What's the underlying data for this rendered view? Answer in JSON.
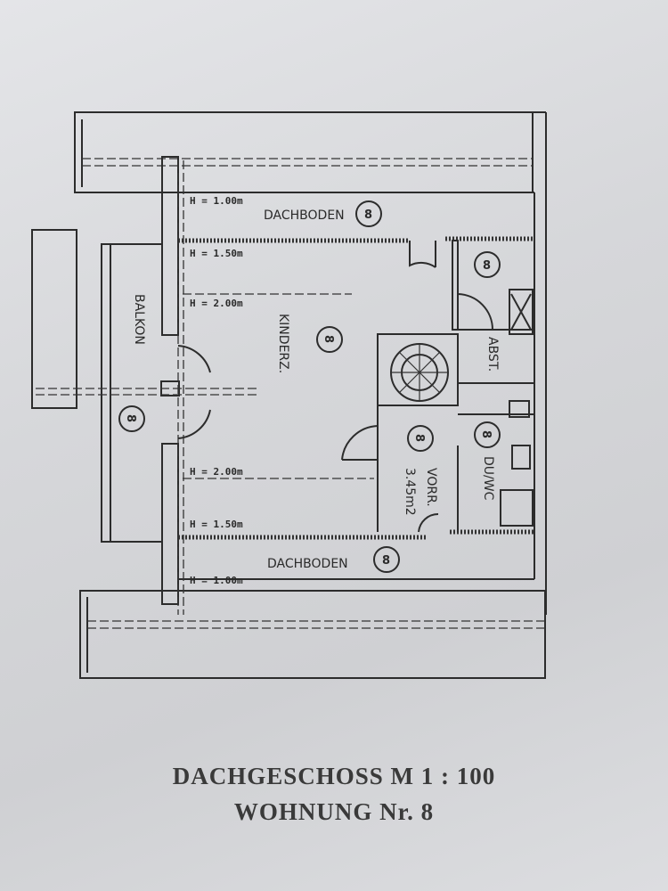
{
  "plan": {
    "heights": {
      "h100": "H = 1.00m",
      "h150": "H = 1.50m",
      "h200": "H = 2.00m"
    },
    "rooms": {
      "dachboden": "DACHBODEN",
      "balkon": "BALKON",
      "kinderz": "KINDERZ.",
      "abst": "ABST.",
      "vorr": "VORR.",
      "vorr_area": "3.45m2",
      "duwc": "DU/WC"
    },
    "unit_number": "8"
  },
  "caption": {
    "line1": "DACHGESCHOSS M 1 : 100",
    "line2": "WOHNUNG Nr. 8"
  }
}
